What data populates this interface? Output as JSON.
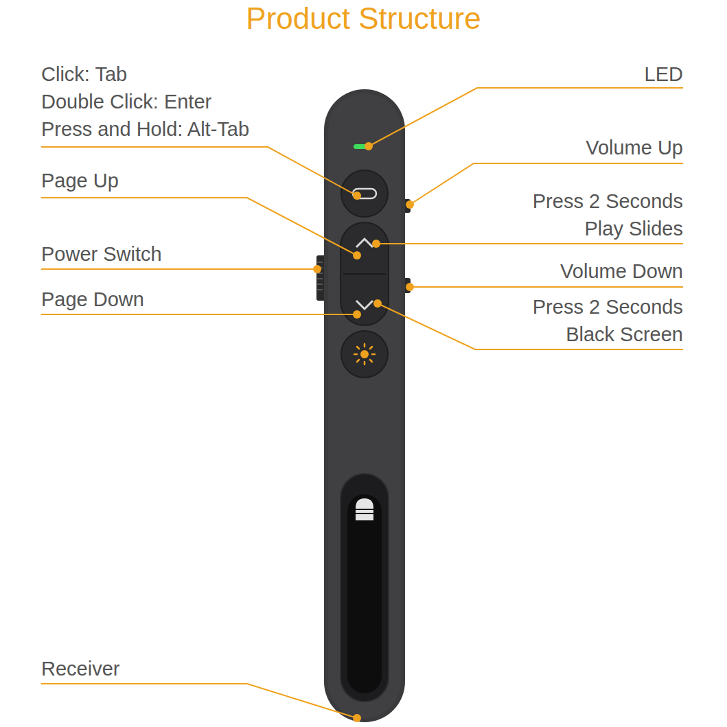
{
  "diagram": {
    "title": "Product Structure",
    "labels": [
      "Click: Tab",
      "Double Click: Enter",
      "Press and Hold: Alt-Tab",
      "LED",
      "Volume Up",
      "Page Up",
      "Press 2 Seconds Play Slides",
      "Power Switch",
      "Volume Down",
      "Page Down",
      "Press 2 Seconds Black Screen",
      "Receiver"
    ]
  }
}
